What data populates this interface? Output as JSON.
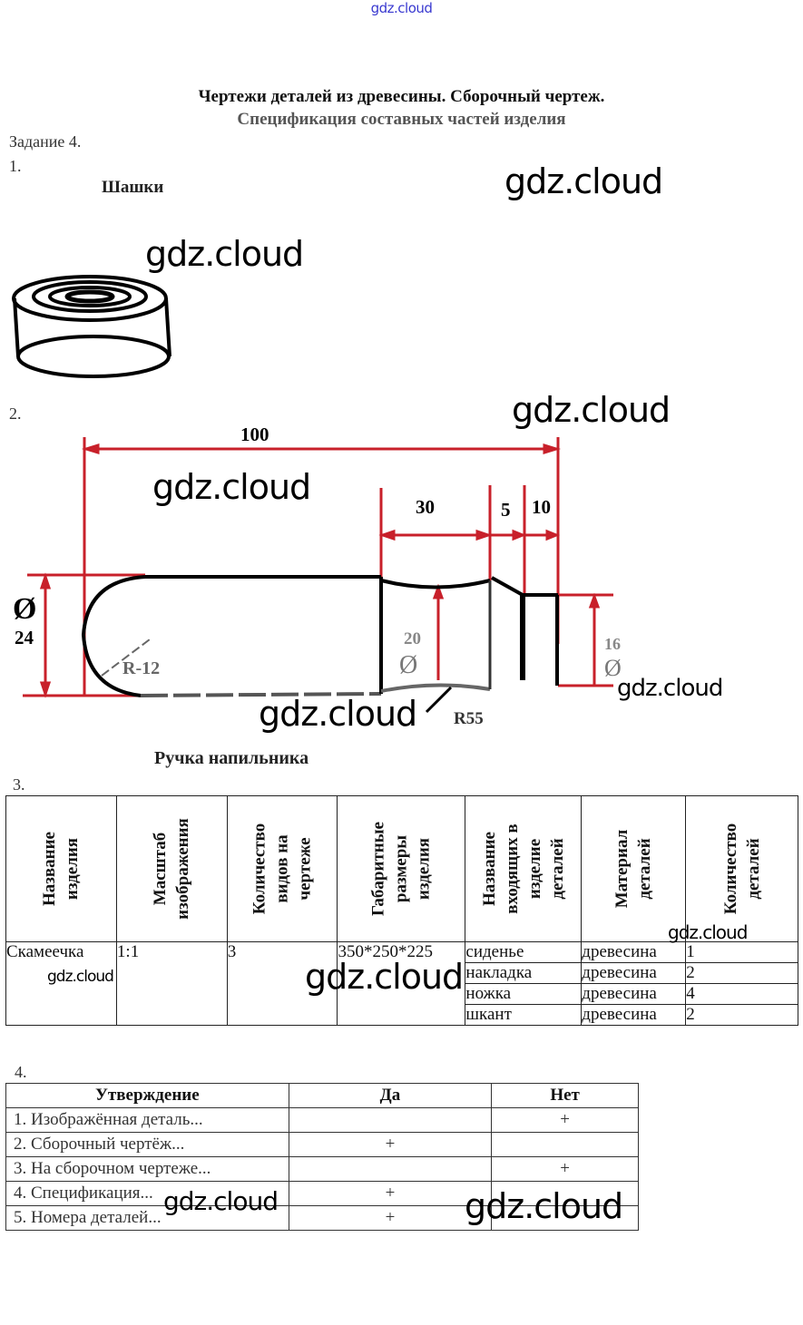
{
  "source_link": "gdz.cloud",
  "watermark": "gdz.cloud",
  "title_line1": "Чертежи деталей из древесины. Сборочный чертеж.",
  "title_line2": "Спецификация составных частей изделия",
  "task_label": "Задание 4.",
  "sections": {
    "s1": {
      "number": "1.",
      "caption": "Шашки"
    },
    "s2": {
      "number": "2.",
      "caption": "Ручка напильника",
      "dimensions": {
        "total_length": "100",
        "d1": "30",
        "d2": "5",
        "d3": "10",
        "diameter_main_symbol": "Ø",
        "diameter_main": "24",
        "radius_tip": "R-12",
        "diameter_mid": "20",
        "diameter_mid_symbol": "Ø",
        "diameter_end": "16",
        "diameter_end_symbol": "Ø",
        "radius_mid": "R55"
      }
    },
    "s3": {
      "number": "3.",
      "headers": [
        "Название\nизделия",
        "Масштаб\nизображения",
        "Количество\nвидов на\nчертеже",
        "Габаритные\nразмеры\nизделия",
        "Название\nвходящих в\nизделие\nдеталей",
        "Материал\nдеталей",
        "Количество\nдеталей"
      ],
      "product_name": "Скамеечка",
      "scale": "1:1",
      "views_count": "3",
      "dimensions": "350*250*225",
      "parts": [
        {
          "name": "сиденье",
          "material": "древесина",
          "count": "1"
        },
        {
          "name": "накладка",
          "material": "древесина",
          "count": "2"
        },
        {
          "name": "ножка",
          "material": "древесина",
          "count": "4"
        },
        {
          "name": "шкант",
          "material": "древесина",
          "count": "2"
        }
      ]
    },
    "s4": {
      "number": "4.",
      "headers": [
        "Утверждение",
        "Да",
        "Нет"
      ],
      "rows": [
        {
          "statement": "1. Изображённая деталь...",
          "yes": "",
          "no": "+"
        },
        {
          "statement": "2. Сборочный чертёж...",
          "yes": "+",
          "no": ""
        },
        {
          "statement": "3. На сборочном чертеже...",
          "yes": "",
          "no": "+"
        },
        {
          "statement": "4. Спецификация...",
          "yes": "+",
          "no": ""
        },
        {
          "statement": "5. Номера деталей...",
          "yes": "+",
          "no": ""
        }
      ]
    }
  },
  "colors": {
    "dimension_red": "#c8202a",
    "link_blue": "#3a3ad0"
  }
}
